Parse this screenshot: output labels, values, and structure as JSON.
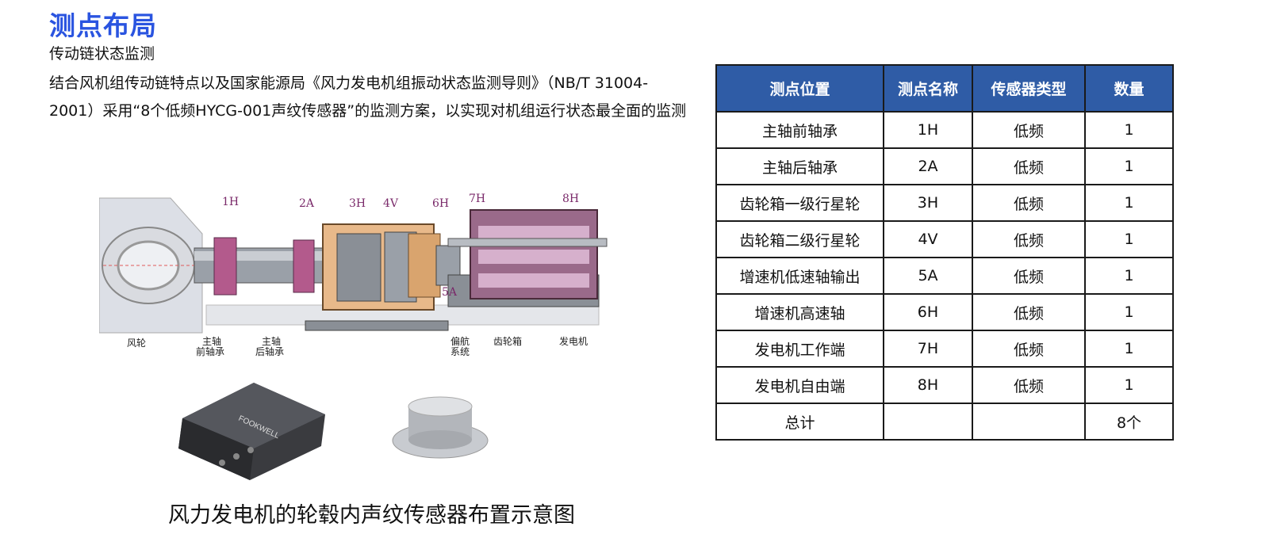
{
  "title": "测点布局",
  "subtitle": "传动链状态监测",
  "description": "结合风机组传动链特点以及国家能源局《风力发电机组振动状态监测导则》（NB/T 31004-2001）采用“8个低频HYCG-001声纹传感器”的监测方案，以实现对机组运行状态最全面的监测",
  "diagram": {
    "point_labels": [
      "1H",
      "2A",
      "3H",
      "4V",
      "6H",
      "7H",
      "8H",
      "5A"
    ],
    "component_labels": {
      "rotor": "风轮",
      "main_front_1": "主轴",
      "main_front_2": "前轴承",
      "main_rear_1": "主轴",
      "main_rear_2": "后轴承",
      "yaw_1": "偏航",
      "yaw_2": "系统",
      "gearbox": "齿轮箱",
      "generator": "发电机"
    },
    "device_brand": "FOOKWELL"
  },
  "caption": "风力发电机的轮毂内声纹传感器布置示意图",
  "table": {
    "headers": [
      "测点位置",
      "测点名称",
      "传感器类型",
      "数量"
    ],
    "rows": [
      [
        "主轴前轴承",
        "1H",
        "低频",
        "1"
      ],
      [
        "主轴后轴承",
        "2A",
        "低频",
        "1"
      ],
      [
        "齿轮箱一级行星轮",
        "3H",
        "低频",
        "1"
      ],
      [
        "齿轮箱二级行星轮",
        "4V",
        "低频",
        "1"
      ],
      [
        "增速机低速轴输出",
        "5A",
        "低频",
        "1"
      ],
      [
        "增速机高速轴",
        "6H",
        "低频",
        "1"
      ],
      [
        "发电机工作端",
        "7H",
        "低频",
        "1"
      ],
      [
        "发电机自由端",
        "8H",
        "低频",
        "1"
      ]
    ],
    "total": [
      "总计",
      "",
      "",
      "8个"
    ]
  },
  "colors": {
    "title": "#2a54e0",
    "table_header": "#2f5ca6"
  }
}
